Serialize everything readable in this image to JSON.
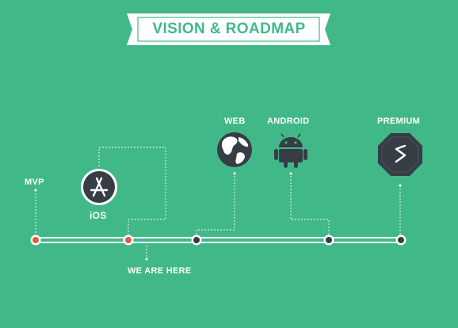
{
  "title": "VISION & ROADMAP",
  "colors": {
    "background": "#41b887",
    "dark": "#363d45",
    "accent": "#e55a43",
    "line": "#ffffff"
  },
  "milestones": [
    {
      "label": "MVP",
      "icon": "none",
      "status": "done"
    },
    {
      "label": "iOS",
      "icon": "app-store-icon",
      "status": "current"
    },
    {
      "label": "WEB",
      "icon": "globe-icon",
      "status": "planned"
    },
    {
      "label": "ANDROID",
      "icon": "android-icon",
      "status": "planned"
    },
    {
      "label": "PREMIUM",
      "icon": "premium-badge-icon",
      "status": "planned"
    }
  ],
  "current_marker": "WE ARE  HERE"
}
